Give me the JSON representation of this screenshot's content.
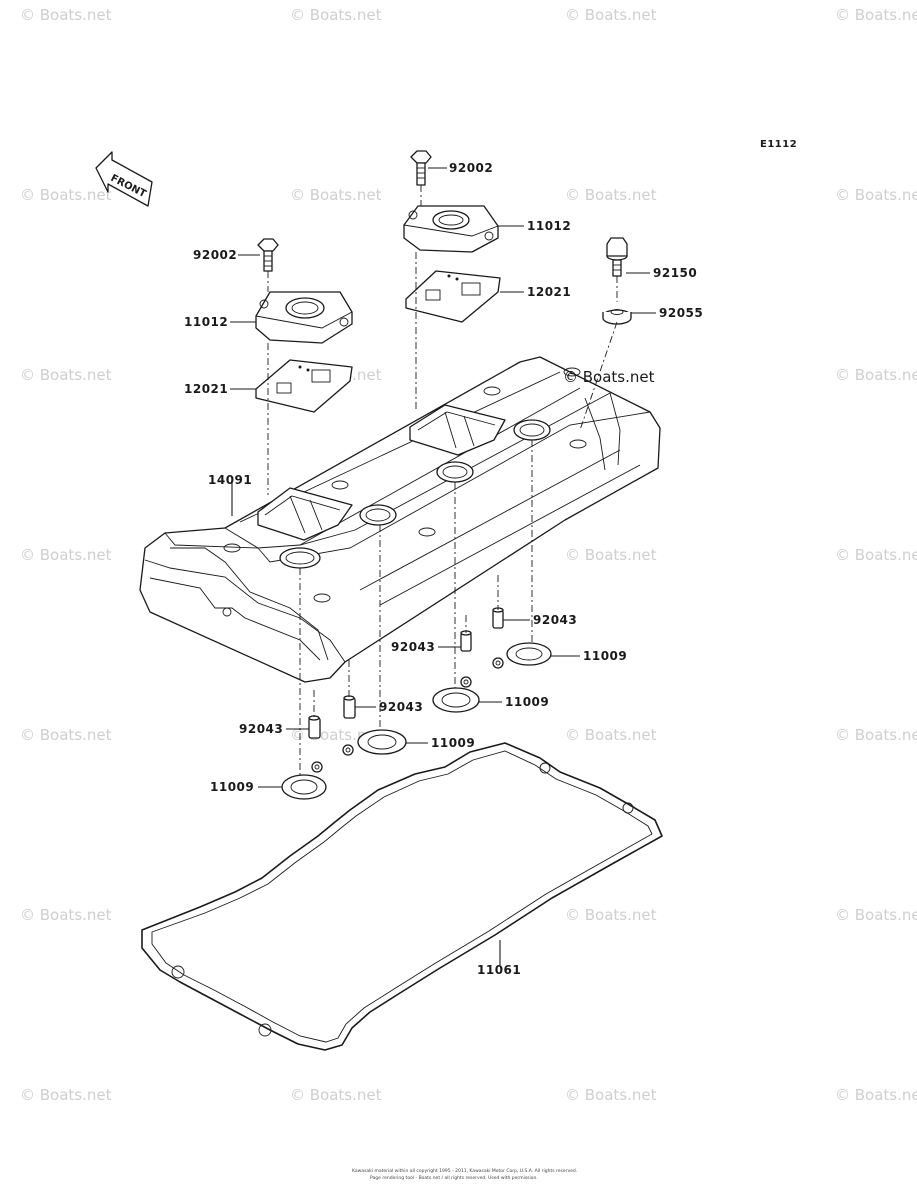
{
  "diagram_code": "E1112",
  "front_label": "FRONT",
  "watermark_text": "© Boats.net",
  "copyright_line1": "Kawasaki material within all copyright 1995 - 2011, Kawasaki Motor Corp, U.S.A. All rights reserved.",
  "copyright_line2": "Page rendering tool - Boats.net / all rights reserved. Used with permission.",
  "parts": [
    {
      "id": "bolt-upper-right",
      "number": "92002"
    },
    {
      "id": "cap-upper-right",
      "number": "11012"
    },
    {
      "id": "plate-upper-right",
      "number": "12021"
    },
    {
      "id": "bolt-left",
      "number": "92002"
    },
    {
      "id": "cap-left",
      "number": "11012"
    },
    {
      "id": "plate-left",
      "number": "12021"
    },
    {
      "id": "bolt-right",
      "number": "92150"
    },
    {
      "id": "washer-right",
      "number": "92055"
    },
    {
      "id": "head-cover",
      "number": "14091"
    },
    {
      "id": "dowel-far-right",
      "number": "92043"
    },
    {
      "id": "gasket-far-right",
      "number": "11009"
    },
    {
      "id": "dowel-mid-right",
      "number": "92043"
    },
    {
      "id": "gasket-mid-right",
      "number": "11009"
    },
    {
      "id": "dowel-mid-left",
      "number": "92043"
    },
    {
      "id": "gasket-mid-left",
      "number": "11009"
    },
    {
      "id": "dowel-far-left",
      "number": "92043"
    },
    {
      "id": "gasket-far-left",
      "number": "11009"
    },
    {
      "id": "cover-gasket",
      "number": "11061"
    }
  ]
}
